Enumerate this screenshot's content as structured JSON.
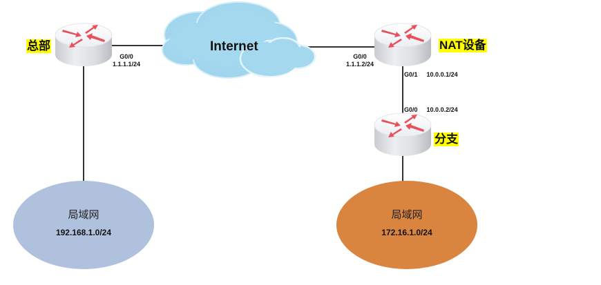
{
  "cloud": {
    "label": "Internet",
    "color": "#a3d8ef"
  },
  "routers": {
    "hq": {
      "label": "总部",
      "interface": "G0/0",
      "ip": "1.1.1.1/24"
    },
    "nat": {
      "label": "NAT设备",
      "wan_interface": "G0/0",
      "wan_ip": "1.1.1.2/24",
      "lan_interface": "G0/1",
      "lan_ip": "10.0.0.1/24"
    },
    "branch": {
      "label": "分支",
      "interface": "G0/0",
      "ip": "10.0.0.2/24"
    }
  },
  "lans": {
    "hq": {
      "name": "局域网",
      "network": "192.168.1.0/24",
      "color": "#b0c1dd"
    },
    "branch": {
      "name": "局域网",
      "network": "172.16.1.0/24",
      "color": "#d9843f"
    }
  },
  "colors": {
    "highlight": "#ffff00",
    "arrow": "#e8505b",
    "link": "#333333"
  }
}
